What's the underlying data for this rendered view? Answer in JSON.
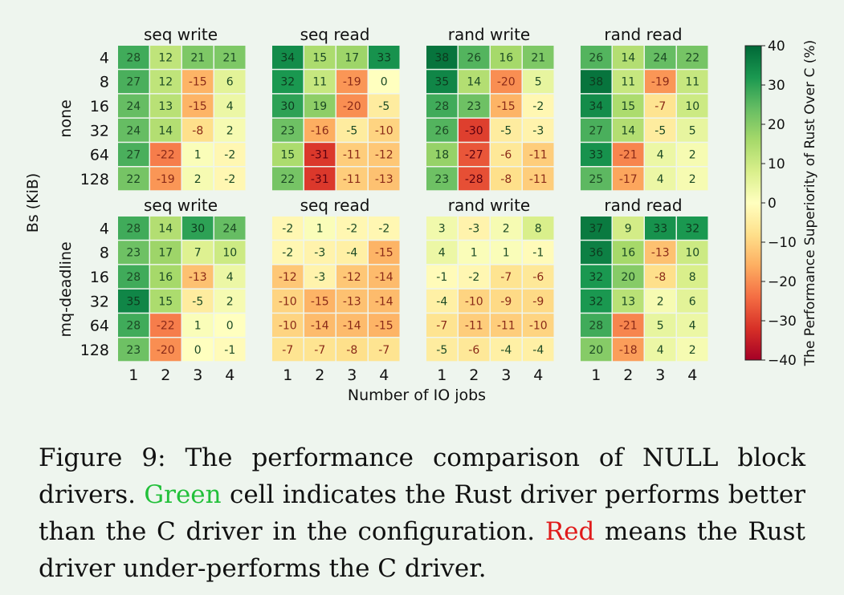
{
  "chart_data": {
    "type": "heatmap",
    "xlabel": "Number of IO jobs",
    "ylabel": "Bs (KiB)",
    "x_ticks": [
      "1",
      "2",
      "3",
      "4"
    ],
    "y_ticks": [
      "4",
      "8",
      "16",
      "32",
      "64",
      "128"
    ],
    "colorbar": {
      "label": "The Performance Superiority of Rust Over C (%)",
      "range": [
        -40,
        40
      ],
      "ticks": [
        "40",
        "30",
        "20",
        "10",
        "0",
        "−10",
        "−20",
        "−30",
        "−40"
      ],
      "colormap": "RdYlGn"
    },
    "groups": [
      {
        "scheduler": "none",
        "panels": [
          {
            "title": "seq write",
            "values": [
              [
                28,
                12,
                21,
                21
              ],
              [
                27,
                12,
                -15,
                6
              ],
              [
                24,
                13,
                -15,
                4
              ],
              [
                24,
                14,
                -8,
                2
              ],
              [
                27,
                -22,
                1,
                -2
              ],
              [
                22,
                -19,
                2,
                -2
              ]
            ]
          },
          {
            "title": "seq read",
            "values": [
              [
                34,
                15,
                17,
                33
              ],
              [
                32,
                11,
                -19,
                0
              ],
              [
                30,
                19,
                -20,
                -5
              ],
              [
                23,
                -16,
                -5,
                -10
              ],
              [
                15,
                -31,
                -11,
                -12
              ],
              [
                22,
                -31,
                -11,
                -13
              ]
            ]
          },
          {
            "title": "rand write",
            "values": [
              [
                38,
                26,
                16,
                21
              ],
              [
                35,
                14,
                -20,
                5
              ],
              [
                28,
                23,
                -15,
                -2
              ],
              [
                26,
                -30,
                -5,
                -3
              ],
              [
                18,
                -27,
                -6,
                -11
              ],
              [
                23,
                -28,
                -8,
                -11
              ]
            ]
          },
          {
            "title": "rand read",
            "values": [
              [
                26,
                14,
                24,
                22
              ],
              [
                38,
                11,
                -19,
                11
              ],
              [
                34,
                15,
                -7,
                10
              ],
              [
                27,
                14,
                -5,
                5
              ],
              [
                33,
                -21,
                4,
                2
              ],
              [
                25,
                -17,
                4,
                2
              ]
            ]
          }
        ]
      },
      {
        "scheduler": "mq-deadline",
        "panels": [
          {
            "title": "seq write",
            "values": [
              [
                28,
                14,
                30,
                24
              ],
              [
                23,
                17,
                7,
                10
              ],
              [
                28,
                16,
                -13,
                4
              ],
              [
                35,
                15,
                -5,
                2
              ],
              [
                28,
                -22,
                1,
                0
              ],
              [
                23,
                -20,
                0,
                -1
              ]
            ]
          },
          {
            "title": "seq read",
            "values": [
              [
                -2,
                1,
                -2,
                -2
              ],
              [
                -2,
                -3,
                -4,
                -15
              ],
              [
                -12,
                -3,
                -12,
                -14
              ],
              [
                -10,
                -15,
                -13,
                -14
              ],
              [
                -10,
                -14,
                -14,
                -15
              ],
              [
                -7,
                -7,
                -8,
                -7
              ]
            ]
          },
          {
            "title": "rand write",
            "values": [
              [
                3,
                -3,
                2,
                8
              ],
              [
                4,
                1,
                1,
                -1
              ],
              [
                -1,
                -2,
                -7,
                -6
              ],
              [
                -4,
                -10,
                -9,
                -9
              ],
              [
                -7,
                -11,
                -11,
                -10
              ],
              [
                -5,
                -6,
                -4,
                -4
              ]
            ]
          },
          {
            "title": "rand read",
            "values": [
              [
                37,
                9,
                33,
                32
              ],
              [
                36,
                16,
                -13,
                10
              ],
              [
                32,
                20,
                -8,
                8
              ],
              [
                32,
                13,
                2,
                6
              ],
              [
                28,
                -21,
                5,
                4
              ],
              [
                20,
                -18,
                4,
                2
              ]
            ]
          }
        ]
      }
    ]
  },
  "caption": {
    "prefix": "Figure 9: The performance comparison of NULL block drivers. ",
    "green_word": "Green",
    "middle": " cell indicates the Rust driver performs better than the C driver in the configuration. ",
    "red_word": "Red",
    "suffix": " means the Rust driver under-performs the C driver."
  }
}
